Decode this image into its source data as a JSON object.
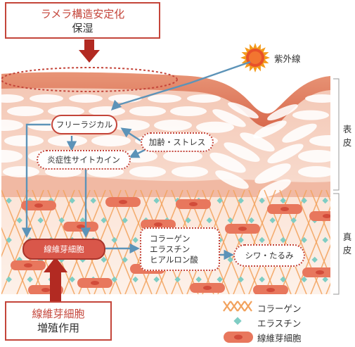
{
  "callout_top": {
    "line1": "ラメラ構造安定化",
    "line2": "保湿"
  },
  "callout_bottom": {
    "line1": "線維芽細胞",
    "line2": "増殖作用"
  },
  "uv_label": "紫外線",
  "layer_epidermis": "表皮",
  "layer_dermis": "真皮",
  "nodes": {
    "free_radical": "フリーラジカル",
    "aging_stress": "加齢・ストレス",
    "cytokine": "炎症性サイトカイン",
    "fibroblast": "線維芽細胞",
    "matrix": [
      "コラーゲン",
      "エラスチン",
      "ヒアルロン酸"
    ],
    "wrinkle": "シワ・たるみ"
  },
  "legend": [
    {
      "icon": "collagen-icon",
      "label": "コラーゲン"
    },
    {
      "icon": "elastin-icon",
      "label": "エラスチン"
    },
    {
      "icon": "fibroblast-icon",
      "label": "線維芽細胞"
    }
  ],
  "colors": {
    "accent_red": "#c4453a",
    "arrow_blue": "#5c93b8",
    "arrow_red": "#b22a22",
    "skin_top": "#e07e63",
    "skin_mid": "#f6d3c3",
    "dermis": "#fbe6d9",
    "collagen": "#f2a25d",
    "elastin": "#7fcdc4",
    "fibroblast": "#e8775d"
  }
}
